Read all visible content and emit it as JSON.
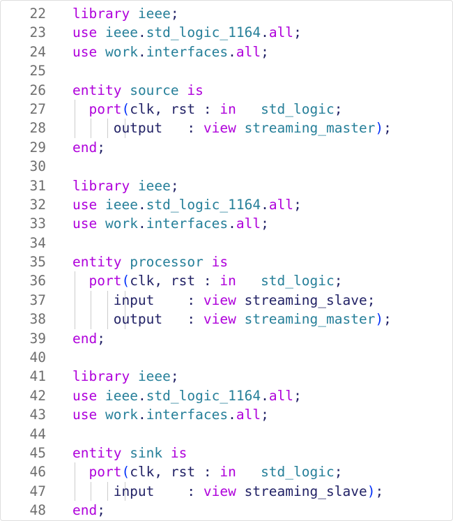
{
  "editor": {
    "language": "VHDL",
    "colors": {
      "keyword": "#af00db",
      "namespace": "#267f99",
      "plain": "#222266",
      "bracket": "#0431fa",
      "line_number": "#6e6e6e",
      "indent_guide": "#cccccc"
    },
    "lines": [
      {
        "num": "22",
        "guides": 0,
        "tokens": [
          {
            "t": "library",
            "c": "kw"
          },
          {
            "t": " ",
            "c": "pl"
          },
          {
            "t": "ieee",
            "c": "ns"
          },
          {
            "t": ";",
            "c": "pl"
          }
        ]
      },
      {
        "num": "23",
        "guides": 0,
        "tokens": [
          {
            "t": "use",
            "c": "kw"
          },
          {
            "t": " ",
            "c": "pl"
          },
          {
            "t": "ieee",
            "c": "ns"
          },
          {
            "t": ".",
            "c": "pl"
          },
          {
            "t": "std_logic_1164",
            "c": "ns"
          },
          {
            "t": ".",
            "c": "pl"
          },
          {
            "t": "all",
            "c": "kw"
          },
          {
            "t": ";",
            "c": "pl"
          }
        ]
      },
      {
        "num": "24",
        "guides": 0,
        "tokens": [
          {
            "t": "use",
            "c": "kw"
          },
          {
            "t": " ",
            "c": "pl"
          },
          {
            "t": "work",
            "c": "ns"
          },
          {
            "t": ".",
            "c": "pl"
          },
          {
            "t": "interfaces",
            "c": "ns"
          },
          {
            "t": ".",
            "c": "pl"
          },
          {
            "t": "all",
            "c": "kw"
          },
          {
            "t": ";",
            "c": "pl"
          }
        ]
      },
      {
        "num": "25",
        "guides": 0,
        "tokens": []
      },
      {
        "num": "26",
        "guides": 0,
        "tokens": [
          {
            "t": "entity",
            "c": "kw"
          },
          {
            "t": " ",
            "c": "pl"
          },
          {
            "t": "source",
            "c": "ns"
          },
          {
            "t": " ",
            "c": "pl"
          },
          {
            "t": "is",
            "c": "kw"
          }
        ]
      },
      {
        "num": "27",
        "guides": 1,
        "tokens": [
          {
            "t": "  ",
            "c": "pl"
          },
          {
            "t": "port",
            "c": "kw"
          },
          {
            "t": "(",
            "c": "br"
          },
          {
            "t": "clk, rst : ",
            "c": "pl"
          },
          {
            "t": "in",
            "c": "kw"
          },
          {
            "t": "   ",
            "c": "pl"
          },
          {
            "t": "std_logic",
            "c": "ns"
          },
          {
            "t": ";",
            "c": "pl"
          }
        ]
      },
      {
        "num": "28",
        "guides": 4,
        "tokens": [
          {
            "t": "     ",
            "c": "pl"
          },
          {
            "t": "output",
            "c": "pl"
          },
          {
            "t": "   : ",
            "c": "pl"
          },
          {
            "t": "view",
            "c": "kw"
          },
          {
            "t": " ",
            "c": "pl"
          },
          {
            "t": "streaming_master",
            "c": "ns"
          },
          {
            "t": ")",
            "c": "br"
          },
          {
            "t": ";",
            "c": "pl"
          }
        ]
      },
      {
        "num": "29",
        "guides": 0,
        "tokens": [
          {
            "t": "end",
            "c": "kw"
          },
          {
            "t": ";",
            "c": "pl"
          }
        ]
      },
      {
        "num": "30",
        "guides": 0,
        "tokens": []
      },
      {
        "num": "31",
        "guides": 0,
        "tokens": [
          {
            "t": "library",
            "c": "kw"
          },
          {
            "t": " ",
            "c": "pl"
          },
          {
            "t": "ieee",
            "c": "ns"
          },
          {
            "t": ";",
            "c": "pl"
          }
        ]
      },
      {
        "num": "32",
        "guides": 0,
        "tokens": [
          {
            "t": "use",
            "c": "kw"
          },
          {
            "t": " ",
            "c": "pl"
          },
          {
            "t": "ieee",
            "c": "ns"
          },
          {
            "t": ".",
            "c": "pl"
          },
          {
            "t": "std_logic_1164",
            "c": "ns"
          },
          {
            "t": ".",
            "c": "pl"
          },
          {
            "t": "all",
            "c": "kw"
          },
          {
            "t": ";",
            "c": "pl"
          }
        ]
      },
      {
        "num": "33",
        "guides": 0,
        "tokens": [
          {
            "t": "use",
            "c": "kw"
          },
          {
            "t": " ",
            "c": "pl"
          },
          {
            "t": "work",
            "c": "ns"
          },
          {
            "t": ".",
            "c": "pl"
          },
          {
            "t": "interfaces",
            "c": "ns"
          },
          {
            "t": ".",
            "c": "pl"
          },
          {
            "t": "all",
            "c": "kw"
          },
          {
            "t": ";",
            "c": "pl"
          }
        ]
      },
      {
        "num": "34",
        "guides": 0,
        "tokens": []
      },
      {
        "num": "35",
        "guides": 0,
        "tokens": [
          {
            "t": "entity",
            "c": "kw"
          },
          {
            "t": " ",
            "c": "pl"
          },
          {
            "t": "processor",
            "c": "ns"
          },
          {
            "t": " ",
            "c": "pl"
          },
          {
            "t": "is",
            "c": "kw"
          }
        ]
      },
      {
        "num": "36",
        "guides": 1,
        "tokens": [
          {
            "t": "  ",
            "c": "pl"
          },
          {
            "t": "port",
            "c": "kw"
          },
          {
            "t": "(",
            "c": "br"
          },
          {
            "t": "clk, rst : ",
            "c": "pl"
          },
          {
            "t": "in",
            "c": "kw"
          },
          {
            "t": "   ",
            "c": "pl"
          },
          {
            "t": "std_logic",
            "c": "ns"
          },
          {
            "t": ";",
            "c": "pl"
          }
        ]
      },
      {
        "num": "37",
        "guides": 4,
        "tokens": [
          {
            "t": "     ",
            "c": "pl"
          },
          {
            "t": "input",
            "c": "pl"
          },
          {
            "t": "    : ",
            "c": "pl"
          },
          {
            "t": "view",
            "c": "kw"
          },
          {
            "t": " ",
            "c": "pl"
          },
          {
            "t": "streaming_slave",
            "c": "pl"
          },
          {
            "t": ";",
            "c": "pl"
          }
        ]
      },
      {
        "num": "38",
        "guides": 4,
        "tokens": [
          {
            "t": "     ",
            "c": "pl"
          },
          {
            "t": "output",
            "c": "pl"
          },
          {
            "t": "   : ",
            "c": "pl"
          },
          {
            "t": "view",
            "c": "kw"
          },
          {
            "t": " ",
            "c": "pl"
          },
          {
            "t": "streaming_master",
            "c": "ns"
          },
          {
            "t": ")",
            "c": "br"
          },
          {
            "t": ";",
            "c": "pl"
          }
        ]
      },
      {
        "num": "39",
        "guides": 0,
        "tokens": [
          {
            "t": "end",
            "c": "kw"
          },
          {
            "t": ";",
            "c": "pl"
          }
        ]
      },
      {
        "num": "40",
        "guides": 0,
        "tokens": []
      },
      {
        "num": "41",
        "guides": 0,
        "tokens": [
          {
            "t": "library",
            "c": "kw"
          },
          {
            "t": " ",
            "c": "pl"
          },
          {
            "t": "ieee",
            "c": "ns"
          },
          {
            "t": ";",
            "c": "pl"
          }
        ]
      },
      {
        "num": "42",
        "guides": 0,
        "tokens": [
          {
            "t": "use",
            "c": "kw"
          },
          {
            "t": " ",
            "c": "pl"
          },
          {
            "t": "ieee",
            "c": "ns"
          },
          {
            "t": ".",
            "c": "pl"
          },
          {
            "t": "std_logic_1164",
            "c": "ns"
          },
          {
            "t": ".",
            "c": "pl"
          },
          {
            "t": "all",
            "c": "kw"
          },
          {
            "t": ";",
            "c": "pl"
          }
        ]
      },
      {
        "num": "43",
        "guides": 0,
        "tokens": [
          {
            "t": "use",
            "c": "kw"
          },
          {
            "t": " ",
            "c": "pl"
          },
          {
            "t": "work",
            "c": "ns"
          },
          {
            "t": ".",
            "c": "pl"
          },
          {
            "t": "interfaces",
            "c": "ns"
          },
          {
            "t": ".",
            "c": "pl"
          },
          {
            "t": "all",
            "c": "kw"
          },
          {
            "t": ";",
            "c": "pl"
          }
        ]
      },
      {
        "num": "44",
        "guides": 0,
        "tokens": []
      },
      {
        "num": "45",
        "guides": 0,
        "tokens": [
          {
            "t": "entity",
            "c": "kw"
          },
          {
            "t": " ",
            "c": "pl"
          },
          {
            "t": "sink",
            "c": "ns"
          },
          {
            "t": " ",
            "c": "pl"
          },
          {
            "t": "is",
            "c": "kw"
          }
        ]
      },
      {
        "num": "46",
        "guides": 1,
        "tokens": [
          {
            "t": "  ",
            "c": "pl"
          },
          {
            "t": "port",
            "c": "kw"
          },
          {
            "t": "(",
            "c": "br"
          },
          {
            "t": "clk, rst : ",
            "c": "pl"
          },
          {
            "t": "in",
            "c": "kw"
          },
          {
            "t": "   ",
            "c": "pl"
          },
          {
            "t": "std_logic",
            "c": "ns"
          },
          {
            "t": ";",
            "c": "pl"
          }
        ]
      },
      {
        "num": "47",
        "guides": 4,
        "tokens": [
          {
            "t": "     ",
            "c": "pl"
          },
          {
            "t": "input",
            "c": "pl"
          },
          {
            "t": "    : ",
            "c": "pl"
          },
          {
            "t": "view",
            "c": "kw"
          },
          {
            "t": " ",
            "c": "pl"
          },
          {
            "t": "streaming_slave",
            "c": "pl"
          },
          {
            "t": ")",
            "c": "br"
          },
          {
            "t": ";",
            "c": "pl"
          }
        ]
      },
      {
        "num": "48",
        "guides": 0,
        "tokens": [
          {
            "t": "end",
            "c": "kw"
          },
          {
            "t": ";",
            "c": "pl"
          }
        ]
      }
    ]
  }
}
